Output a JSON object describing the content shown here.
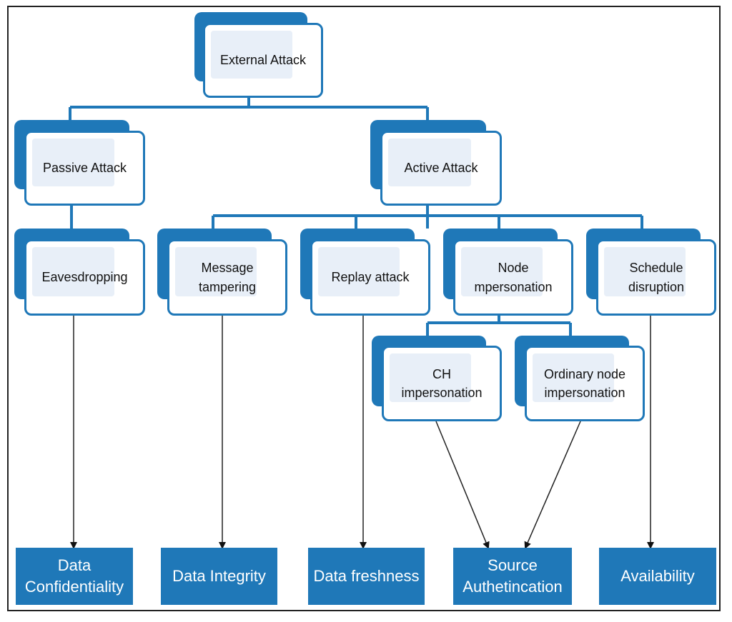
{
  "colors": {
    "accent": "#1f78b8",
    "inner_fill": "#e8eff8",
    "text": "#111111",
    "goal_text": "#ffffff"
  },
  "nodes": {
    "external_attack": "External Attack",
    "passive_attack": "Passive Attack",
    "active_attack": "Active Attack",
    "eavesdropping": "Eavesdropping",
    "message_tampering": "Message\ntampering",
    "replay_attack": "Replay attack",
    "node_impersonation": "Node\nmpersonation",
    "schedule_disruption": "Schedule\ndisruption",
    "ch_impersonation": "CH\nimpersonation",
    "ordinary_impersonation": "Ordinary node\nimpersonation"
  },
  "goals": {
    "confidentiality": "Data\nConfidentiality",
    "integrity": "Data Integrity",
    "freshness": "Data freshness",
    "authentication": "Source\nAuthetincation",
    "availability": "Availability"
  }
}
